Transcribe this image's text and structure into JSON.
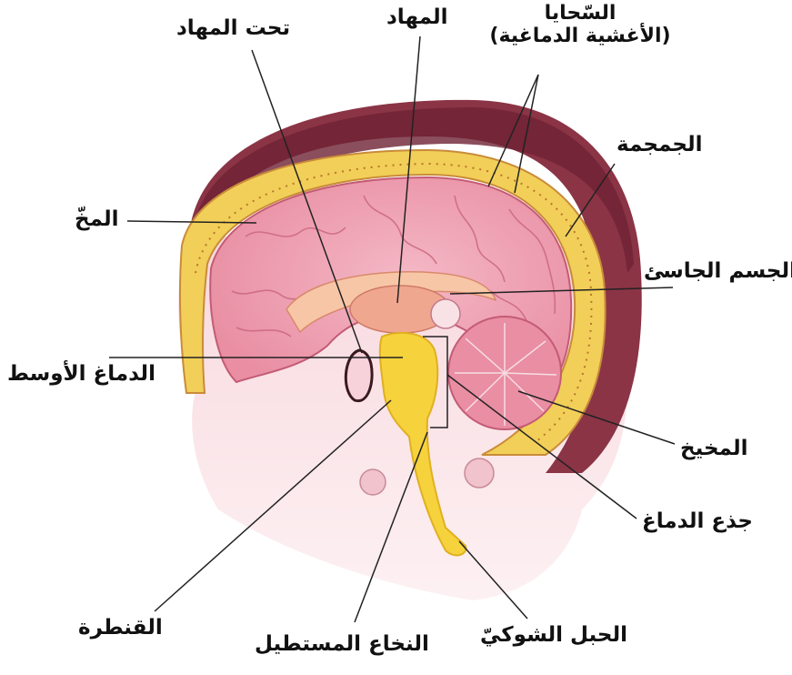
{
  "labels": {
    "hypothalamus": "تحت المهاد",
    "thalamus": "المهاد",
    "meninges_line1": "السّحايا",
    "meninges_line2": "(الأغشية الدماغية)",
    "skull": "الجمجمة",
    "cerebrum": "المخّ",
    "corpus_callosum": "الجسم الجاسئ",
    "midbrain": "الدماغ الأوسط",
    "cerebellum": "المخيخ",
    "brainstem": "جذع الدماغ",
    "pons": "القنطرة",
    "medulla": "النخاع المستطيل",
    "spinal_cord": "الحبل الشوكيّ"
  },
  "colors": {
    "skull_band": "#7a2a3a",
    "meninges_yellow": "#f3d15e",
    "brain_pink": "#f2aabb",
    "stem_yellow": "#f6d23c",
    "face_pink": "#f6cfd6"
  }
}
